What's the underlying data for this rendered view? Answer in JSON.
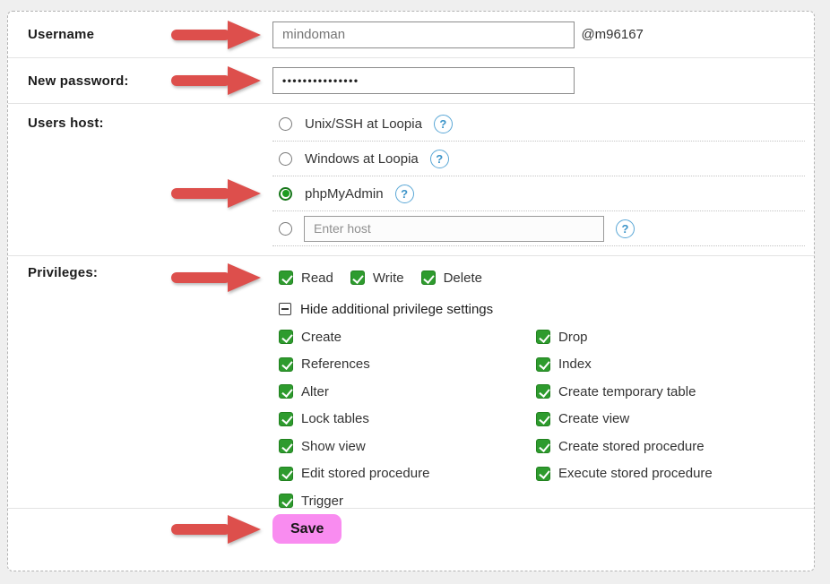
{
  "colors": {
    "accent_green": "#2e9b2e",
    "arrow_red": "#dd4f4c",
    "help_blue": "#4aa0d5",
    "save_pink": "#f98cf0",
    "page_background": "#efefef"
  },
  "icons": {
    "help_glyph": "?"
  },
  "form": {
    "username": {
      "label": "Username",
      "value": "mindoman",
      "suffix": "@m96167"
    },
    "password": {
      "label": "New password:",
      "masked_value": "•••••••••••••••"
    },
    "users_host": {
      "label": "Users host:",
      "options": [
        {
          "label": "Unix/SSH at Loopia",
          "selected": false
        },
        {
          "label": "Windows at Loopia",
          "selected": false
        },
        {
          "label": "phpMyAdmin",
          "selected": true
        },
        {
          "label": "",
          "placeholder": "Enter host",
          "selected": false
        }
      ]
    },
    "privileges": {
      "label": "Privileges:",
      "basic": [
        {
          "label": "Read",
          "checked": true
        },
        {
          "label": "Write",
          "checked": true
        },
        {
          "label": "Delete",
          "checked": true
        }
      ],
      "toggle_label": "Hide additional privilege settings",
      "extra_left": [
        "Create",
        "References",
        "Alter",
        "Lock tables",
        "Show view",
        "Edit stored procedure",
        "Trigger"
      ],
      "extra_right": [
        "Drop",
        "Index",
        "Create temporary table",
        "Create view",
        "Create stored procedure",
        "Execute stored procedure"
      ]
    },
    "save_label": "Save"
  }
}
